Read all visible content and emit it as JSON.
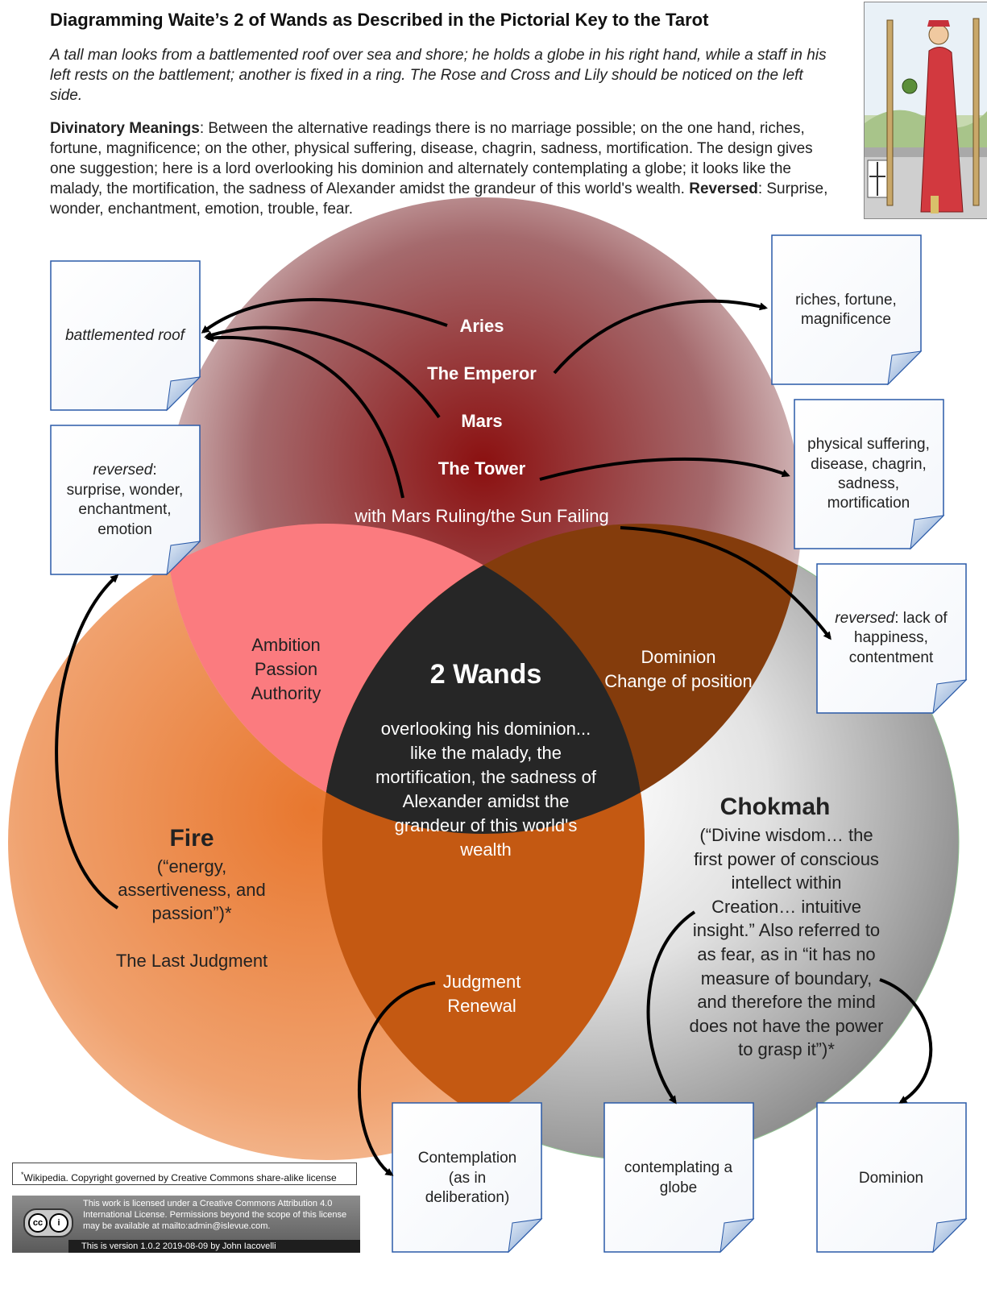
{
  "header": {
    "title": "Diagramming Waite’s 2 of Wands as Described in the Pictorial Key to the Tarot",
    "description": "A tall man looks from a battlemented roof over sea and shore; he holds a globe in his right hand, while a staff in his left rests on the battlement; another is fixed in a ring. The Rose and Cross and Lily should be noticed on the left side.",
    "divinatory_label": "Divinatory Meanings",
    "divinatory_text": ": Between the alternative readings there is no marriage possible; on the one hand, riches, fortune, magnificence; on the other, physical suffering, disease, chagrin, sadness, mortification. The design gives one suggestion; here is a lord overlooking his dominion and alternately contemplating a globe; it looks like the malady, the mortification, the sadness of Alexander amidst the grandeur of this world's wealth. ",
    "reversed_label": "Reversed",
    "reversed_text": ": Surprise, wonder, enchantment, emotion, trouble, fear."
  },
  "top_circle": {
    "color": "#8b1a1a",
    "line1": "Aries",
    "line2": "The Emperor",
    "line3": "Mars",
    "line4": "The Tower",
    "line5": "with Mars Ruling/the Sun Failing"
  },
  "left_circle": {
    "color": "#e8772e",
    "title": "Fire",
    "line1": "(“energy,",
    "line2": "assertiveness, and",
    "line3": "passion”)*",
    "line4": "The Last Judgment"
  },
  "right_circle": {
    "color": "#9a9a9a",
    "title": "Chokmah",
    "lines": [
      "(“Divine wisdom… the",
      "first power of conscious",
      "intellect within",
      "Creation… intuitive",
      "insight.” Also referred to",
      "as fear, as in “it has no",
      "measure of boundary,",
      "and therefore the mind",
      "does not have the power",
      "to grasp it”)*"
    ]
  },
  "overlaps": {
    "top_left": [
      "Ambition",
      "Passion",
      "Authority"
    ],
    "top_right": [
      "Dominion",
      "Change of position"
    ],
    "bottom": [
      "Judgment",
      "Renewal"
    ],
    "center_title": "2 Wands",
    "center_lines": [
      "overlooking his dominion...",
      "like the malady, the",
      "mortification, the sadness of",
      "Alexander amidst the",
      "grandeur of this world's",
      "wealth"
    ]
  },
  "notes": {
    "battlemented": "battlemented roof",
    "reversed_left_label": "reversed",
    "reversed_left_lines": [
      ": ",
      "surprise, wonder,",
      "enchantment,",
      "emotion"
    ],
    "riches": [
      "riches, fortune,",
      "magnificence"
    ],
    "physical": [
      "physical suffering,",
      "disease, chagrin,",
      "sadness,",
      "mortification"
    ],
    "reversed_right_label": "reversed",
    "reversed_right_lines": [
      ": lack of",
      "happiness,",
      "contentment"
    ],
    "contemplation": [
      "Contemplation",
      "(as in",
      "deliberation)"
    ],
    "globe": [
      "contemplating a",
      "globe"
    ],
    "dominion": "Dominion"
  },
  "footer": {
    "note_marker": "*",
    "note": "Wikipedia. Copyright governed by Creative Commons share-alike license",
    "license_text": "This work is licensed under a Creative Commons Attribution 4.0 International License. Permissions beyond the scope of this license may be available at mailto:admin@islevue.com.",
    "version": "This is version 1.0.2 2019-08-09 by John Iacovelli",
    "cc_badge_1": "cc",
    "cc_badge_2": "i"
  }
}
